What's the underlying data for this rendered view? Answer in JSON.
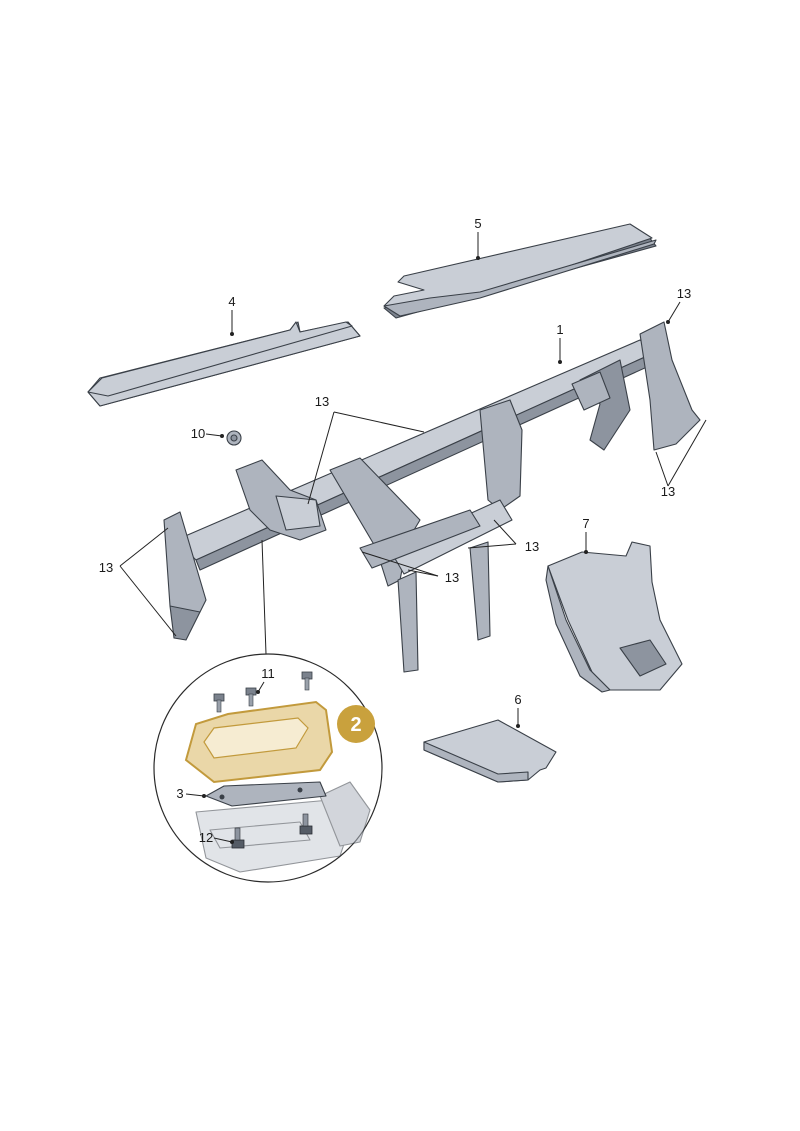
{
  "callouts": [
    {
      "id": "c1",
      "text": "1"
    },
    {
      "id": "c3",
      "text": "3"
    },
    {
      "id": "c4",
      "text": "4"
    },
    {
      "id": "c5",
      "text": "5"
    },
    {
      "id": "c6",
      "text": "6"
    },
    {
      "id": "c7",
      "text": "7"
    },
    {
      "id": "c10",
      "text": "10"
    },
    {
      "id": "c11",
      "text": "11"
    },
    {
      "id": "c12",
      "text": "12"
    },
    {
      "id": "c13a",
      "text": "13"
    },
    {
      "id": "c13b",
      "text": "13"
    },
    {
      "id": "c13c",
      "text": "13"
    },
    {
      "id": "c13d",
      "text": "13"
    },
    {
      "id": "c13e",
      "text": "13"
    },
    {
      "id": "c13f",
      "text": "13"
    }
  ],
  "highlight_badge": {
    "text": "2",
    "color": "#c9a13d"
  },
  "colors": {
    "part_fill": "#c9ced6",
    "part_shadow": "#8d949f",
    "highlight_part": "#ead7a8"
  }
}
